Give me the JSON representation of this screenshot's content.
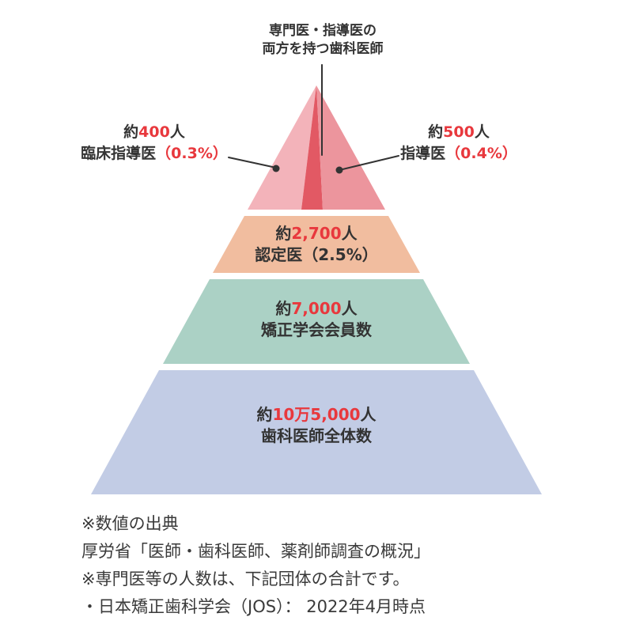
{
  "title_annotation": {
    "line1": "専門医・指導医の",
    "line2": "両方を持つ歯科医師"
  },
  "left_annotation": {
    "count_pre": "約",
    "count_num": "400",
    "count_suf": "人",
    "label": "臨床指導医",
    "paren": "（0.3%）"
  },
  "right_annotation": {
    "count_pre": "約",
    "count_num": "500",
    "count_suf": "人",
    "label": "指導医",
    "paren": "（0.4%）"
  },
  "tiers": {
    "nintei": {
      "count_pre": "約",
      "count_num": "2,700",
      "count_suf": "人",
      "label": "認定医",
      "paren": "（2.5%）"
    },
    "kaiin": {
      "count_pre": "約",
      "count_num": "7,000",
      "count_suf": "人",
      "label": "矯正学会会員数"
    },
    "zentai": {
      "count_pre": "約",
      "count_num": "10万5,000",
      "count_suf": "人",
      "label": "歯科医師全体数"
    }
  },
  "footer": {
    "lines": [
      "※数値の出典",
      "厚労省「医師・歯科医師、薬剤師調査の概況」",
      "※専門医等の人数は、下記団体の合計です。",
      "・日本矯正歯科学会（JOS）： 2022年4月時点"
    ]
  },
  "colors": {
    "red_text": "#e8383d",
    "dark_text": "#333333",
    "tier_top_left": "#f3b3ba",
    "tier_top_stripe": "#e25964",
    "tier_top_right": "#ec959d",
    "tier_nintei": "#f1bd9f",
    "tier_kaiin": "#abd1c5",
    "tier_zentai": "#c2cce5",
    "leader_line": "#333333"
  }
}
